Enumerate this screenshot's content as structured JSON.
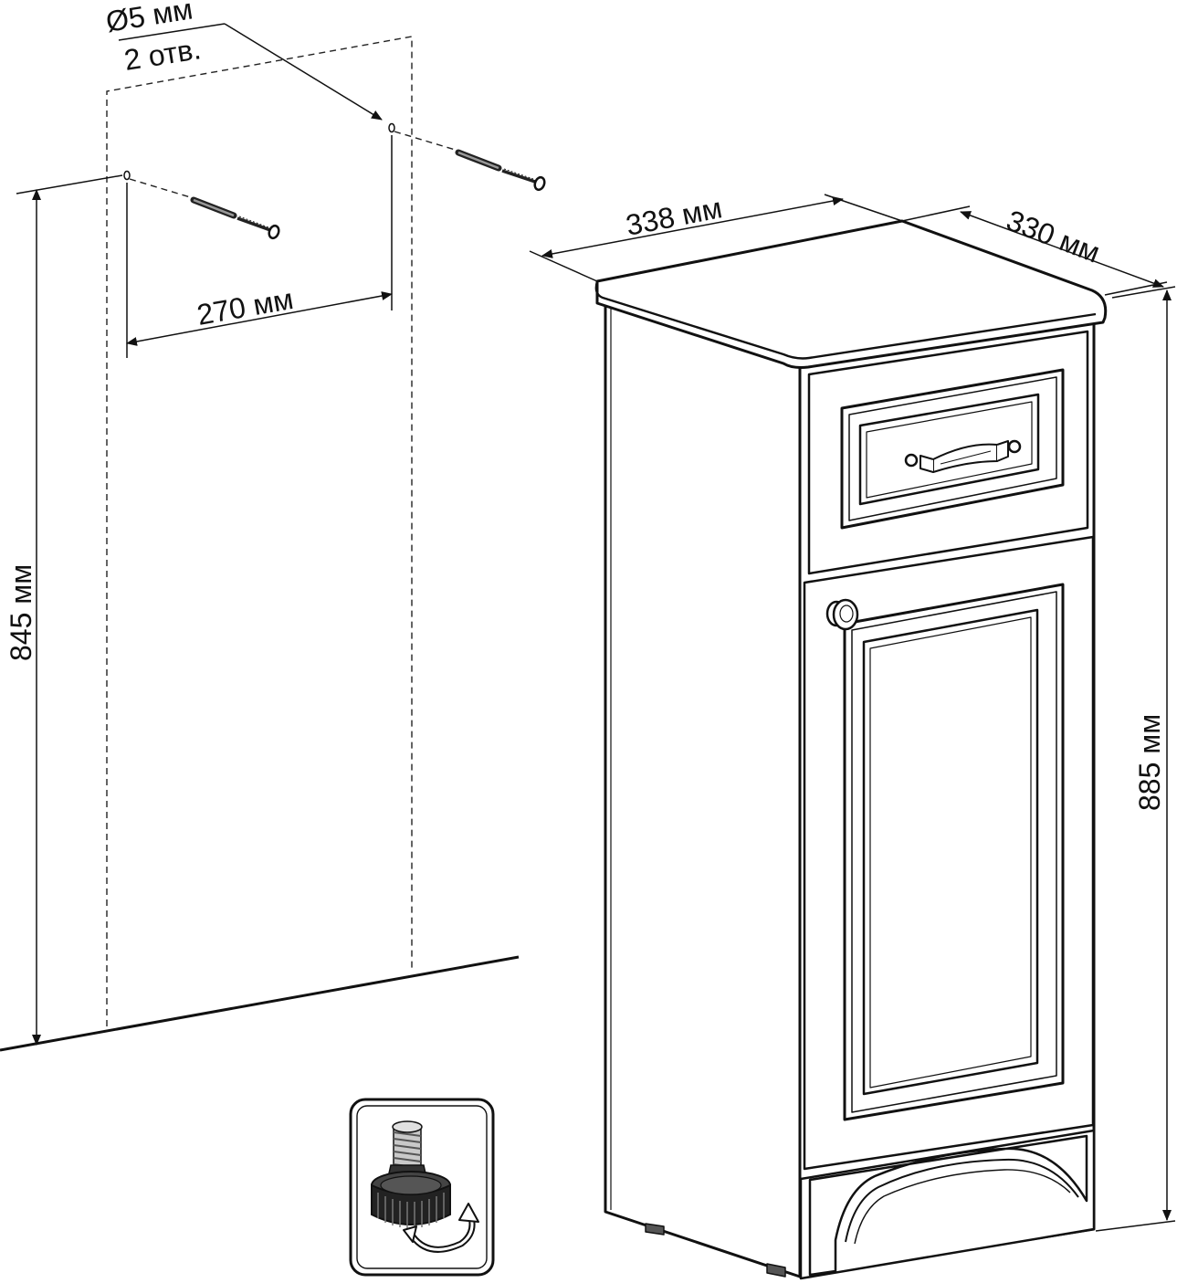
{
  "dimensions": {
    "hole_diameter": "Ø5 мм",
    "hole_count": "2 отв.",
    "hole_spacing": "270 мм",
    "mount_height": "845 мм",
    "cabinet_width": "338 мм",
    "cabinet_depth": "330 мм",
    "cabinet_height": "885 мм"
  },
  "colors": {
    "line": "#111111",
    "background": "#ffffff",
    "fill": "#ffffff"
  },
  "icons": {
    "adjustable_foot": "adjustable-foot-icon",
    "rotate_arrow": "rotate-arrow-icon",
    "screw": "screw-icon",
    "wall_plug": "wall-plug-icon"
  }
}
